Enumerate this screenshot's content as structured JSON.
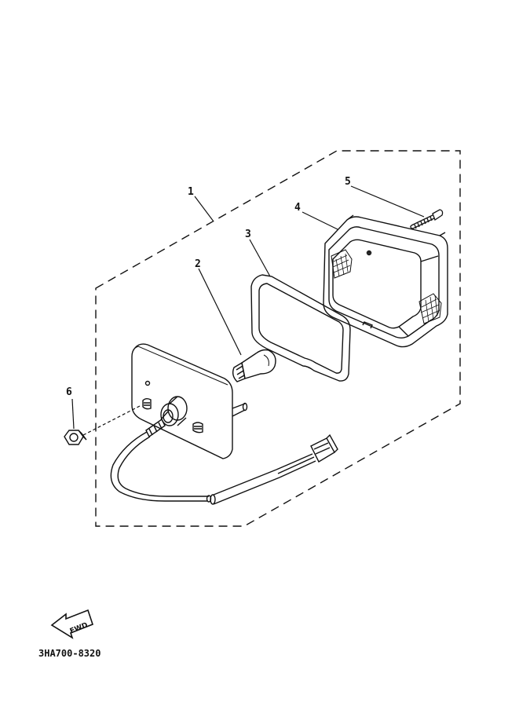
{
  "callouts": {
    "c1": "1",
    "c2": "2",
    "c3": "3",
    "c4": "4",
    "c5": "5",
    "c6": "6"
  },
  "fwd_label": "FWD",
  "diagram_code": "3HA700-8320",
  "colors": {
    "line": "#111111",
    "background": "#ffffff"
  }
}
